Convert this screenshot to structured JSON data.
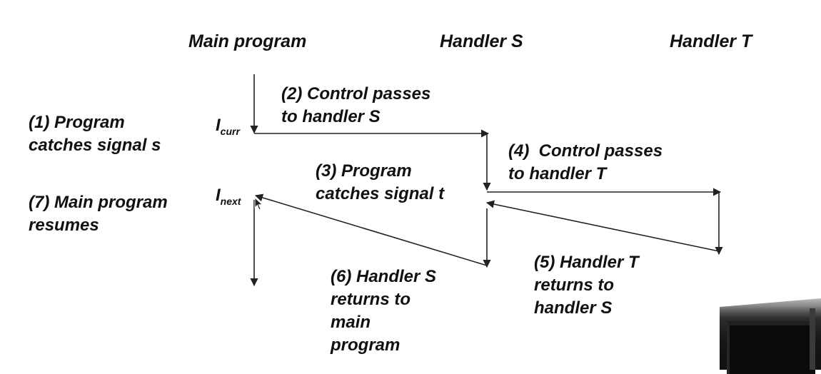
{
  "columns": {
    "main": "Main program",
    "handler_s": "Handler S",
    "handler_t": "Handler T"
  },
  "instructions": {
    "curr": {
      "base": "I",
      "sub": "curr"
    },
    "next": {
      "base": "I",
      "sub": "next"
    }
  },
  "steps": {
    "step1": [
      "(1) Program",
      "catches signal s"
    ],
    "step2": [
      "(2) Control passes",
      "to handler S"
    ],
    "step3": [
      "(3) Program",
      "catches signal t"
    ],
    "step4": [
      "(4)  Control passes",
      "to handler T"
    ],
    "step5": [
      "(5) Handler T",
      "returns to",
      "handler S"
    ],
    "step6": [
      "(6) Handler S",
      "returns to",
      "main",
      "program"
    ],
    "step7": [
      "(7) Main program",
      "resumes"
    ]
  },
  "colors": {
    "text": "#111111",
    "arrow": "#222222",
    "background": "#ffffff"
  }
}
